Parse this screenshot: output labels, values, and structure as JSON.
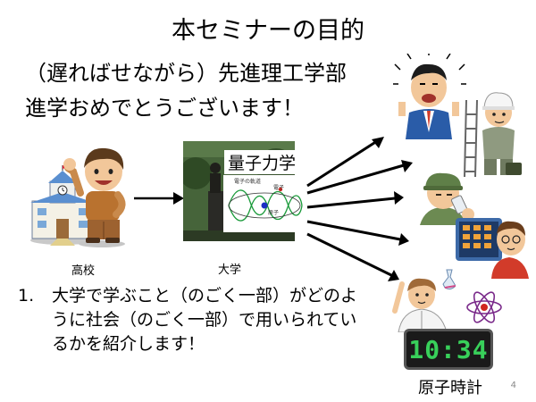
{
  "slide": {
    "title": "本セミナーの目的",
    "intro_line1": "（遅ればせながら）先進理工学部",
    "intro_line2": "進学おめでとうございます！",
    "caption_highschool": "高校",
    "caption_university": "大学",
    "photo_label": "量子力学",
    "electron_orbit_label": "電子の軌道",
    "electron_label": "電子",
    "nucleus_label": "原子",
    "list": [
      {
        "number": "1.",
        "text": "大学で学ぶこと（のごく一部）がどのように社会（のごく一部）で用いられているかを紹介します！"
      }
    ],
    "clock_display": "10:34",
    "clock_label": "原子時計",
    "page_number": "4"
  }
}
